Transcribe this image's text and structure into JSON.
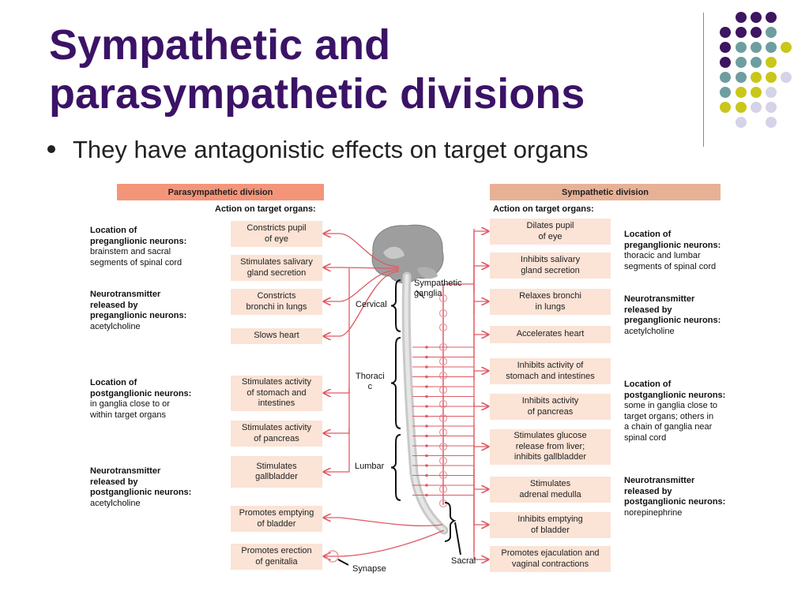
{
  "slide": {
    "title_line1": "Sympathetic and",
    "title_line2": "parasympathetic divisions",
    "bullet": "They have antagonistic effects on target organs"
  },
  "colors": {
    "title": "#3b1366",
    "para_header": "#f4957a",
    "symp_header": "#e7b196",
    "box_fill": "#fbe3d6",
    "nerve_red": "#e05a63",
    "dot_purple": "#3d1560",
    "dot_teal": "#6e9ea0",
    "dot_yellow": "#c9c71a",
    "dot_lavender": "#d5d3e8"
  },
  "parasympathetic": {
    "header": "Parasympathetic division",
    "action_label": "Action on target organs:",
    "actions": [
      "Constricts pupil\nof eye",
      "Stimulates salivary\ngland secretion",
      "Constricts\nbronchi in lungs",
      "Slows heart",
      "Stimulates activity\nof stomach and\nintestines",
      "Stimulates activity\nof pancreas",
      "Stimulates\ngallbladder",
      "Promotes emptying\nof bladder",
      "Promotes erection\nof genitalia"
    ],
    "notes": [
      {
        "bold": "Location of\npreganglionic neurons:",
        "text": "brainstem and sacral\nsegments of spinal cord"
      },
      {
        "bold": "Neurotransmitter\nreleased by\npreganglionic neurons:",
        "text": "acetylcholine"
      },
      {
        "bold": "Location of\npostganglionic neurons:",
        "text": "in ganglia close to or\nwithin target organs"
      },
      {
        "bold": "Neurotransmitter\nreleased by\npostganglionic neurons:",
        "text": "acetylcholine"
      }
    ]
  },
  "sympathetic": {
    "header": "Sympathetic division",
    "action_label": "Action on target organs:",
    "actions": [
      "Dilates pupil\nof eye",
      "Inhibits salivary\ngland secretion",
      "Relaxes bronchi\nin lungs",
      "Accelerates heart",
      "Inhibits activity of\nstomach and intestines",
      "Inhibits activity\nof pancreas",
      "Stimulates glucose\nrelease from liver;\ninhibits gallbladder",
      "Stimulates\nadrenal medulla",
      "Inhibits emptying\nof bladder",
      "Promotes ejaculation and\nvaginal contractions"
    ],
    "notes": [
      {
        "bold": "Location of\npreganglionic neurons:",
        "text": "thoracic and lumbar\nsegments of spinal cord"
      },
      {
        "bold": "Neurotransmitter\nreleased by\npreganglionic neurons:",
        "text": "acetylcholine"
      },
      {
        "bold": "Location of\npostganglionic neurons:",
        "text": "some in ganglia close to\ntarget organs; others in\na chain of ganglia near\nspinal cord"
      },
      {
        "bold": "Neurotransmitter\nreleased by\npostganglionic neurons:",
        "text": "norepinephrine"
      }
    ]
  },
  "spine_labels": {
    "sympathetic_ganglia": "Sympathetic\nganglia",
    "cervical": "Cervical",
    "thoracic": "Thoraci\nc",
    "lumbar": "Lumbar",
    "sacral": "Sacral",
    "synapse": "Synapse"
  }
}
